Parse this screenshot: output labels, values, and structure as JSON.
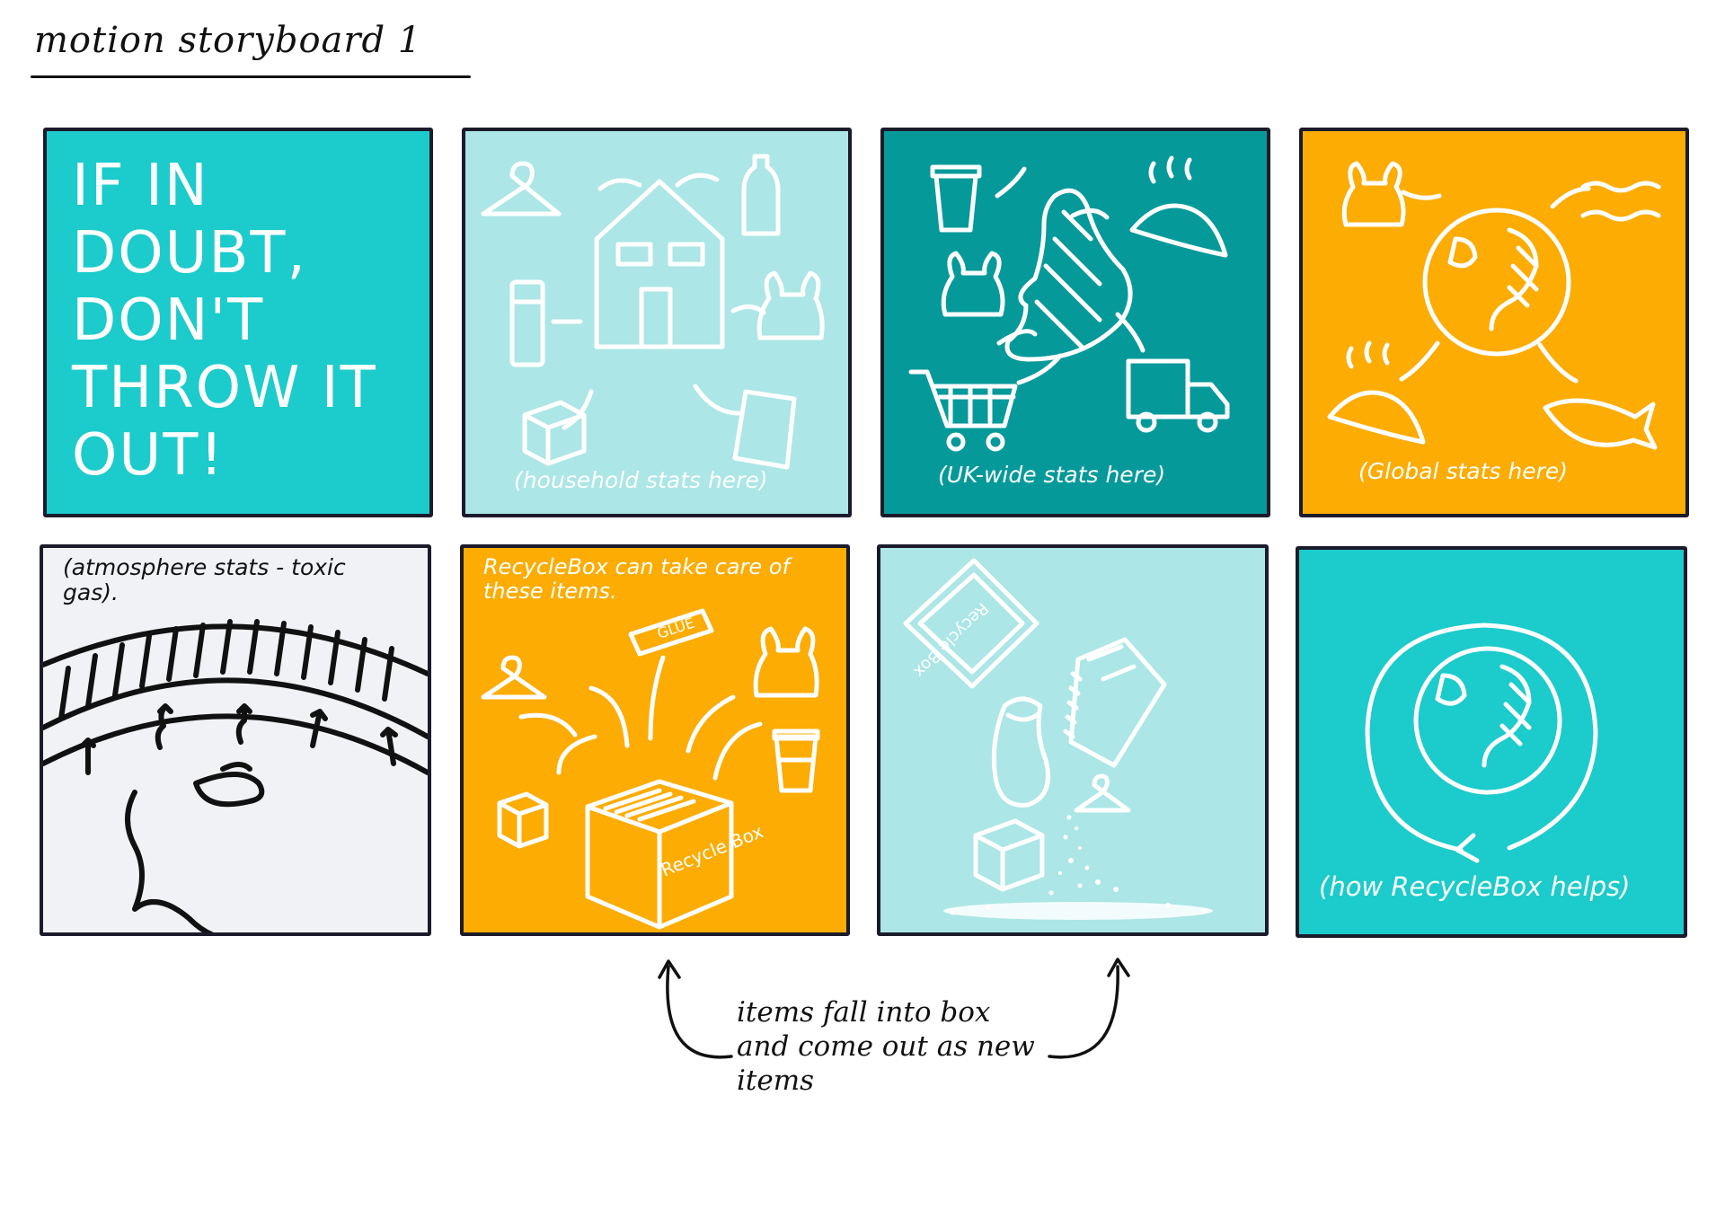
{
  "title": "motion storyboard 1",
  "colors": {
    "teal": "#1ccbcb",
    "light_teal": "#ace6e6",
    "dark_teal": "#06999a",
    "orange": "#fcac03",
    "pale_grey": "#f1f2f6",
    "border": "#1b1b2b"
  },
  "panels": [
    {
      "id": 1,
      "text": "IF IN DOUBT, DON'T THROW IT OUT!",
      "icons": []
    },
    {
      "id": 2,
      "caption": "(household stats here)",
      "icons": [
        "hanger-icon",
        "bottle-icon",
        "house-icon",
        "glue-stick-icon",
        "plastic-bag-icon",
        "box-icon",
        "folder-icon"
      ]
    },
    {
      "id": 3,
      "caption": "(UK-wide stats here)",
      "icons": [
        "bin-icon",
        "uk-map-icon",
        "landfill-icon",
        "plastic-bag-icon",
        "trolley-icon",
        "truck-icon"
      ]
    },
    {
      "id": 4,
      "caption": "(Global stats here)",
      "icons": [
        "plastic-bag-icon",
        "globe-icon",
        "waves-icon",
        "landfill-icon",
        "whale-icon"
      ]
    },
    {
      "id": 5,
      "caption": "(atmosphere stats - toxic gas).",
      "icons": [
        "atmosphere-icon",
        "earth-coastline-icon"
      ]
    },
    {
      "id": 6,
      "caption": "RecycleBox can take care of these items.",
      "box_label": "Recycle Box",
      "glue_label": "GLUE",
      "icons": [
        "hanger-icon",
        "glue-stick-icon",
        "plastic-bag-icon",
        "cup-icon",
        "box-icon",
        "recycle-box-icon"
      ]
    },
    {
      "id": 7,
      "box_label": "Recycle Box",
      "icons": [
        "recycle-box-lid-icon",
        "notebook-icon",
        "bag-icon",
        "hanger-icon",
        "box-icon",
        "particles-icon"
      ]
    },
    {
      "id": 8,
      "caption": "(how RecycleBox helps)",
      "icons": [
        "globe-icon",
        "cycle-arrow-icon"
      ]
    }
  ],
  "note": "items fall into box and come out as new items"
}
